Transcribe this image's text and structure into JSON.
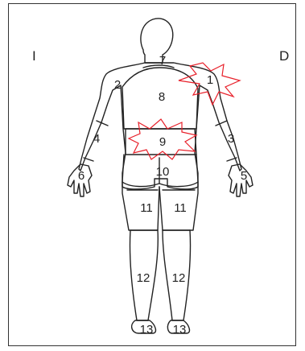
{
  "sides": {
    "left": "I",
    "right": "D"
  },
  "zones": [
    "1",
    "2",
    "3",
    "4",
    "5",
    "6",
    "7",
    "8",
    "9",
    "10",
    "11",
    "11",
    "12",
    "12",
    "13",
    "13"
  ],
  "highlighted_zones": [
    "1",
    "9"
  ],
  "colors": {
    "outline": "#222222",
    "highlight": "#e8202a",
    "background": "#ffffff"
  }
}
